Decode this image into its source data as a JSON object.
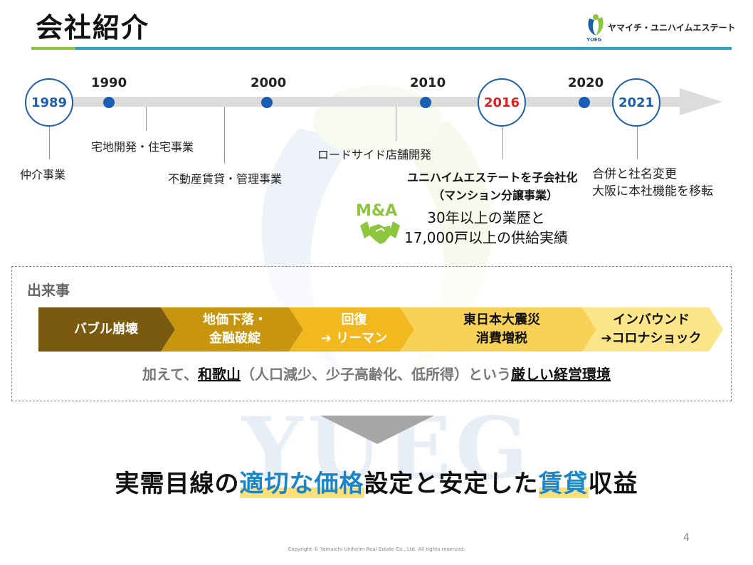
{
  "header": {
    "title": "会社紹介",
    "logo_text": "ヤマイチ・ユニハイムエステート",
    "logo_sub": "YUEG"
  },
  "timeline": {
    "circles": [
      {
        "year": "1989",
        "highlight": false
      },
      {
        "year": "2016",
        "highlight": true
      },
      {
        "year": "2021",
        "highlight": false
      }
    ],
    "year_marks": [
      "1990",
      "2000",
      "2010",
      "2020"
    ],
    "events": {
      "brokerage": "仲介事業",
      "housing": "宅地開発・住宅事業",
      "rental": "不動産賃貸・管理事業",
      "roadside": "ロードサイド店舗開発",
      "subsidiary_line1": "ユニハイムエステートを子会社化",
      "subsidiary_line2": "（マンション分譲事業）",
      "merger_line1": "合併と社名変更",
      "merger_line2": "大阪に本社機能を移転"
    },
    "ma_label": "M&A",
    "record_line1": "30年以上の業歴と",
    "record_line2": "17,000戸以上の供給実績"
  },
  "events_section": {
    "title": "出来事",
    "stages": [
      {
        "line1": "バブル崩壊",
        "line2": ""
      },
      {
        "line1": "地価下落・",
        "line2": "金融破綻"
      },
      {
        "line1": "回復",
        "line2": "➔ リーマン"
      },
      {
        "line1": "東日本大震災",
        "line2": "消費増税"
      },
      {
        "line1": "インバウンド",
        "line2": "➔コロナショック"
      }
    ],
    "environment": {
      "part1": "加えて、",
      "part2": "和歌山",
      "part3": "（人口減少、少子高齢化、低所得）という",
      "part4": "厳しい経営環境"
    }
  },
  "conclusion": {
    "part1": "実需目線の",
    "part2": "適切な価格",
    "part3": "設定と安定した",
    "part4": "賃貸",
    "part5": "収益"
  },
  "footer": {
    "page_number": "4",
    "copyright": "Copyright © Yamaichi Uniheim Real Estate Co., Ltd. All rights reserved."
  },
  "watermark": "YUEG",
  "colors": {
    "accent_blue": "#1d5ea8",
    "accent_red": "#e02020",
    "accent_green": "#8cc63f",
    "teal_line": "#2ba5bd",
    "highlight_blue": "#1a86c8"
  }
}
